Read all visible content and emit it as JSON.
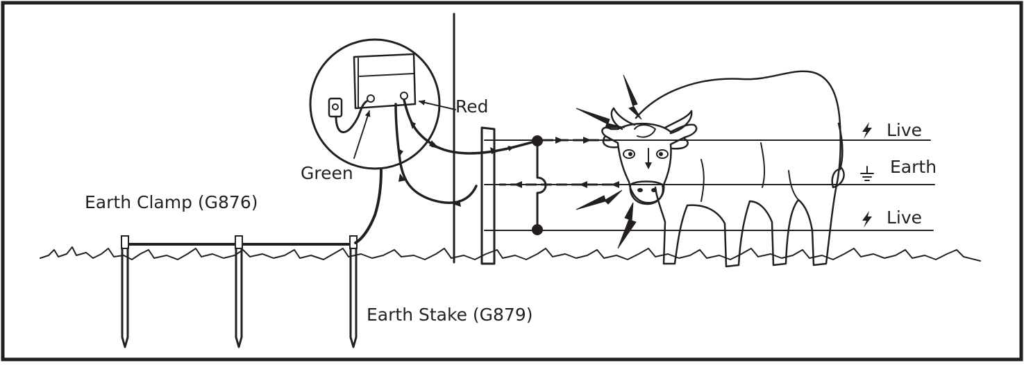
{
  "labels": {
    "red": "Red",
    "green": "Green",
    "earth_clamp": "Earth Clamp (G876)",
    "earth_stake": "Earth Stake (G879)",
    "live_top": "Live",
    "earth": "Earth",
    "live_bottom": "Live"
  },
  "icons": {
    "energizer": "fence-energizer-icon",
    "socket": "power-socket-icon",
    "cow": "cow-illustration",
    "live_symbol": "lightning-bolt-icon",
    "earth_symbol": "ground-symbol-icon"
  },
  "colors": {
    "ink": "#231f20",
    "background": "#ffffff"
  }
}
